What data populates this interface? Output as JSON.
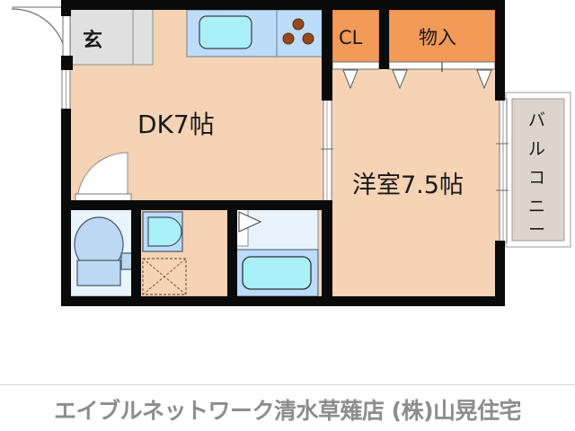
{
  "document": {
    "type": "floor-plan",
    "layout_name": "1DK",
    "caption": "エイブルネットワーク清水草薙店 (株)山晃住宅"
  },
  "rooms": [
    {
      "key": "genkan",
      "label": "玄",
      "name": "entrance-genkan"
    },
    {
      "key": "dk",
      "label": "DK7帖",
      "name": "dining-kitchen"
    },
    {
      "key": "closet",
      "label": "CL",
      "name": "closet"
    },
    {
      "key": "storage",
      "label": "物入",
      "name": "storage-closet"
    },
    {
      "key": "bedroom",
      "label": "洋室7.5帖",
      "name": "western-room"
    },
    {
      "key": "balcony",
      "label": "バルコニー",
      "name": "balcony"
    }
  ],
  "fixtures": {
    "sink": "kitchen-sink",
    "stove": "gas-stove-3-burner",
    "toilet": "toilet",
    "washbasin": "wash-basin",
    "washer": "washing-machine-space",
    "bathtub": "bathtub"
  },
  "colors": {
    "wall": "#0a0a0a",
    "floor": "#f5d3b4",
    "closet_fill": "#f29a58",
    "water_fill": "#bcdcfa",
    "water_light": "#dbeeff",
    "water_accent": "#aaf0f8",
    "genkan_fill": "#e0e0e0",
    "balcony_fill": "#ddd5cc",
    "burner": "#96481e",
    "caption_color": "#8d8d8d",
    "text": "#1a1a1a"
  },
  "balcony_chars": [
    "バ",
    "ル",
    "コ",
    "ニ",
    "ー"
  ]
}
